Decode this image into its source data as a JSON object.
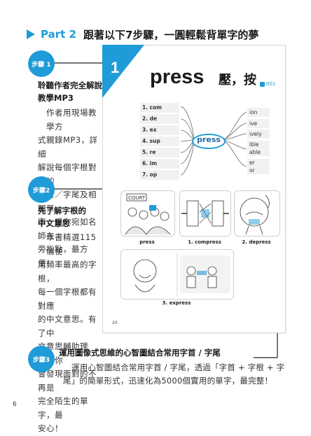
{
  "header": {
    "part": "Part 2",
    "title": "跟著以下7步驟，一圓輕鬆背單字的夢"
  },
  "steps": [
    {
      "badge": "步驟 1",
      "title_lines": [
        "聆聽作者完全解說",
        "教學MP3"
      ],
      "body_lines": [
        "作者用現場教學方",
        "式親錄MP3，詳細",
        "解說每個字根對應的",
        "字首／字尾及相關單",
        "字，讓你宛如名師在",
        "旁指點，最方便！"
      ]
    },
    {
      "badge": "步驟2",
      "title_lines": [
        "先了解字根的",
        "中文意思"
      ],
      "body_lines": [
        "本書精選115個使",
        "用頻率最高的字根，",
        "每一個字根都有對應",
        "的中文意思。有了中",
        "文意思輔助理解，你",
        "會發現面對的不再是",
        "完全陌生的單字，最",
        "安心！"
      ]
    },
    {
      "badge": "步驟3",
      "title": "運用圖像式思維的心智圖結合常用字首 / 字尾",
      "body": "運用心智圖結合常用字首 / 字尾，透過「字首 + 字根 + 字尾」的簡單形式，迅速化為5000個實用的單字，最完整！"
    }
  ],
  "panel": {
    "number": "1",
    "root": "press",
    "meaning": "壓，按",
    "audio": "001",
    "prefixes": [
      "1. com",
      "2. de",
      "3. ex",
      "4. sup",
      "5. re",
      "6. im",
      "7. op"
    ],
    "suffixes": [
      [
        "ion"
      ],
      [
        "ive"
      ],
      [
        "ively"
      ],
      [
        "ible",
        "able"
      ],
      [
        "er",
        "or"
      ]
    ],
    "pictures": [
      {
        "caption": "press",
        "sign": "COURT"
      },
      {
        "caption": "1. compress"
      },
      {
        "caption": "2. depress"
      },
      {
        "caption": "3. express"
      }
    ],
    "page": "20"
  },
  "page_number": "6",
  "colors": {
    "accent": "#1f9bd7",
    "text": "#1a1a1a"
  }
}
